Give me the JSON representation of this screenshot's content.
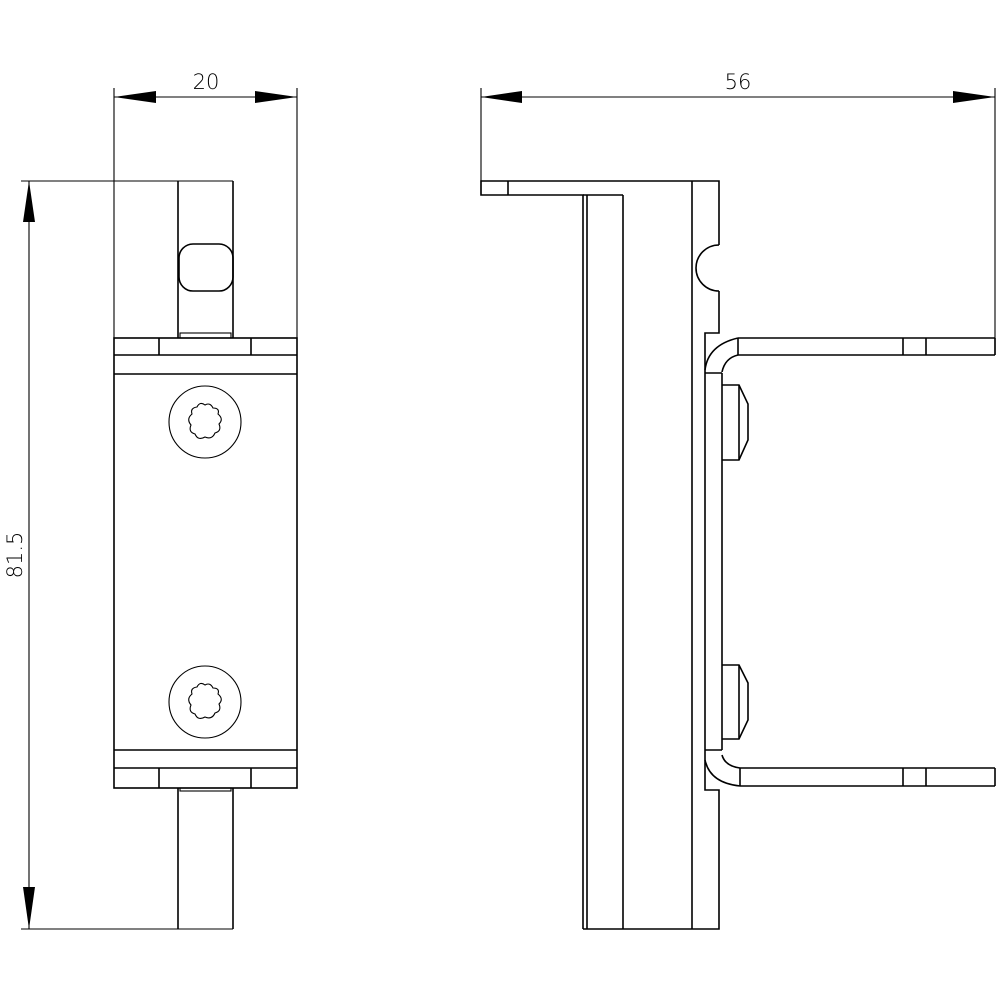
{
  "drawing": {
    "type": "technical-dimension-drawing",
    "views": [
      {
        "name": "front-view",
        "screws": 2
      },
      {
        "name": "side-view",
        "brackets": 2
      }
    ],
    "dimensions": {
      "width_front": "20",
      "width_side": "56",
      "height": "81.5"
    },
    "colors": {
      "line": "#000000",
      "background": "#ffffff"
    }
  }
}
